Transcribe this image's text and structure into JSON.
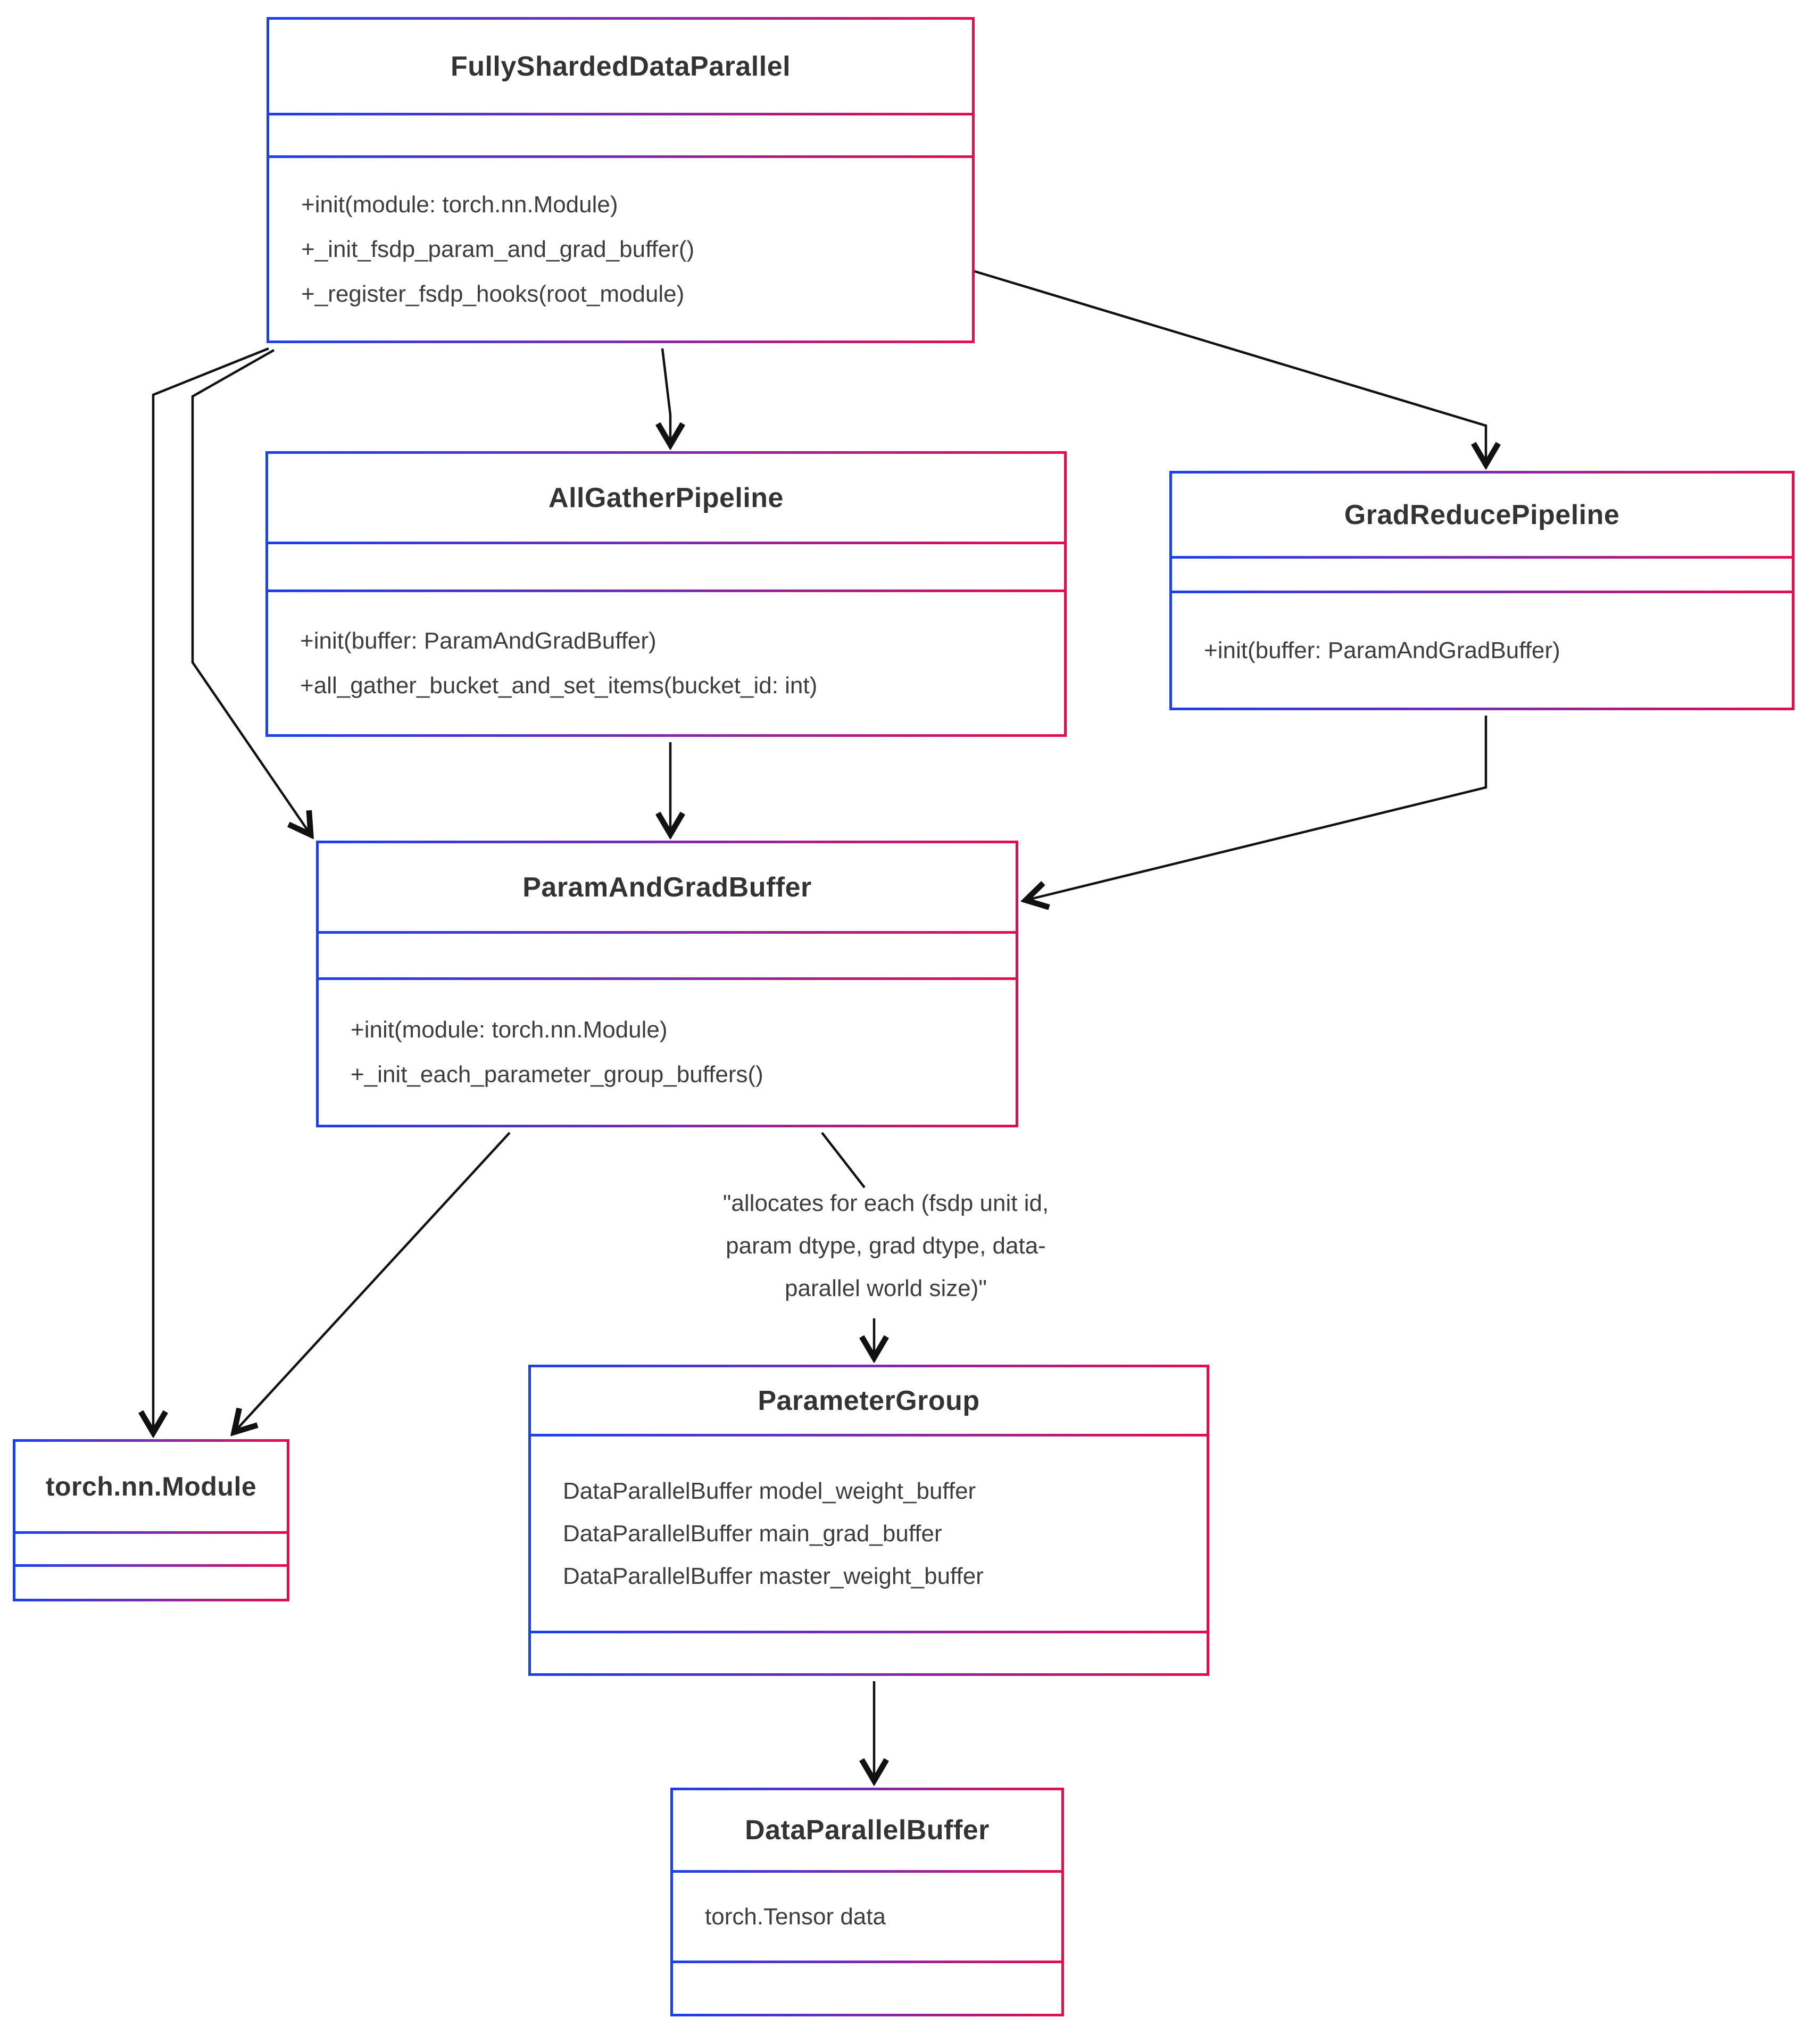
{
  "diagram": {
    "title": "FSDP class diagram",
    "background_color": "#ffffff",
    "border_gradient": {
      "left": "#1b40ee",
      "middle": "#7c2bae",
      "right": "#e60d4e"
    },
    "arrow_color": "#111111",
    "text_color": "#3d3d3d"
  },
  "classes": [
    {
      "name": "FullyShardedDataParallel",
      "attributes": [],
      "methods": [
        "+init(module: torch.nn.Module)",
        "+_init_fsdp_param_and_grad_buffer()",
        "+_register_fsdp_hooks(root_module)"
      ]
    },
    {
      "name": "AllGatherPipeline",
      "attributes": [],
      "methods": [
        "+init(buffer: ParamAndGradBuffer)",
        "+all_gather_bucket_and_set_items(bucket_id: int)"
      ]
    },
    {
      "name": "GradReducePipeline",
      "attributes": [],
      "methods": [
        "+init(buffer: ParamAndGradBuffer)"
      ]
    },
    {
      "name": "ParamAndGradBuffer",
      "attributes": [],
      "methods": [
        "+init(module: torch.nn.Module)",
        "+_init_each_parameter_group_buffers()"
      ]
    },
    {
      "name": "torch.nn.Module",
      "attributes": [],
      "methods": []
    },
    {
      "name": "ParameterGroup",
      "attributes": [
        "DataParallelBuffer model_weight_buffer",
        "DataParallelBuffer main_grad_buffer",
        "DataParallelBuffer master_weight_buffer"
      ],
      "methods": []
    },
    {
      "name": "DataParallelBuffer",
      "attributes": [
        "torch.Tensor data"
      ],
      "methods": []
    }
  ],
  "note": {
    "lines": [
      "\"allocates for each (fsdp unit id,",
      "param dtype, grad dtype, data-",
      "parallel world size)\""
    ]
  },
  "relations": [
    {
      "from": "FullyShardedDataParallel",
      "to": "AllGatherPipeline"
    },
    {
      "from": "FullyShardedDataParallel",
      "to": "GradReducePipeline"
    },
    {
      "from": "FullyShardedDataParallel",
      "to": "ParamAndGradBuffer"
    },
    {
      "from": "FullyShardedDataParallel",
      "to": "torch.nn.Module"
    },
    {
      "from": "AllGatherPipeline",
      "to": "ParamAndGradBuffer"
    },
    {
      "from": "GradReducePipeline",
      "to": "ParamAndGradBuffer"
    },
    {
      "from": "ParamAndGradBuffer",
      "to": "torch.nn.Module"
    },
    {
      "from": "ParamAndGradBuffer",
      "to": "ParameterGroup",
      "label": "allocates for each (fsdp unit id, param dtype, grad dtype, data-parallel world size)"
    },
    {
      "from": "ParameterGroup",
      "to": "DataParallelBuffer"
    }
  ]
}
